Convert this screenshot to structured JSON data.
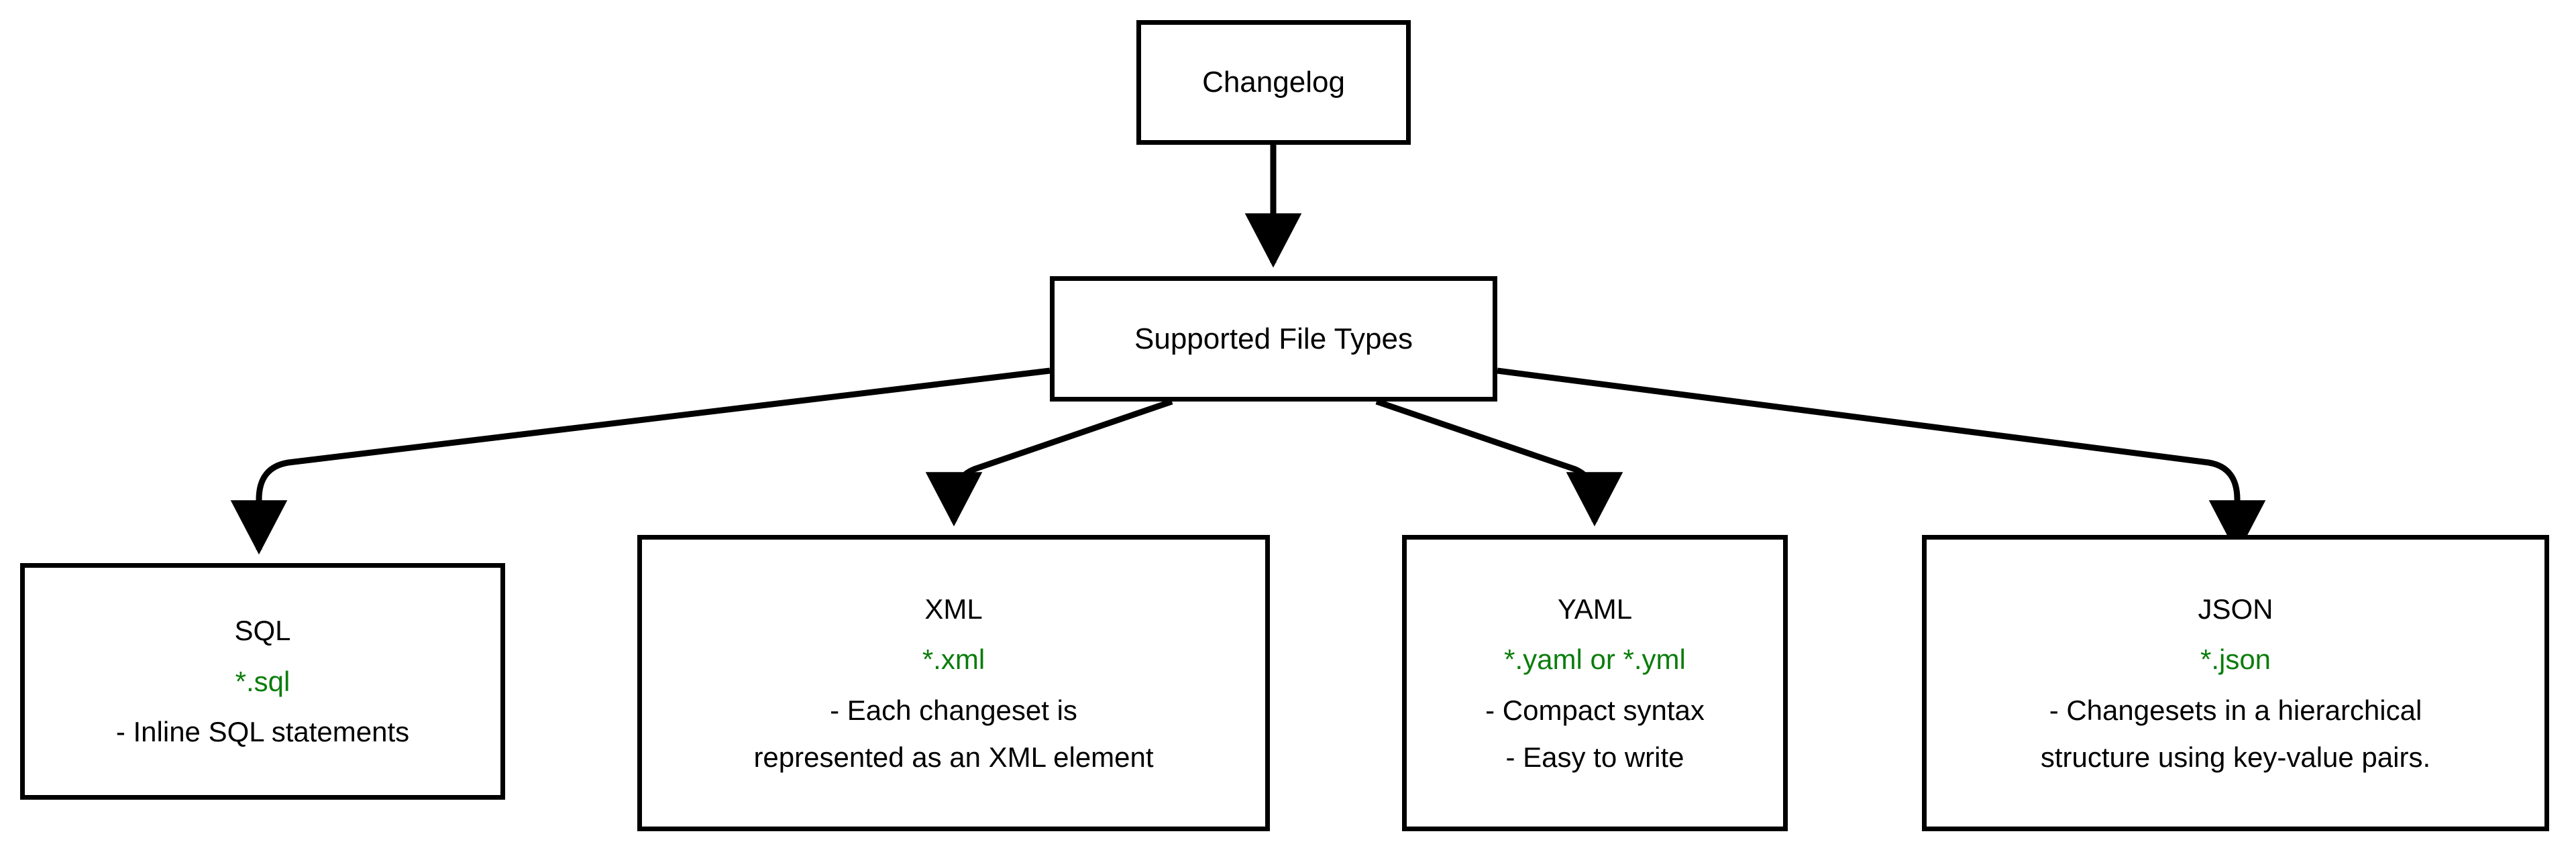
{
  "diagram": {
    "title": "Changelog Supported File Types",
    "type": "flowchart",
    "direction": "top-down",
    "background_color": "#ffffff",
    "node_border_color": "#000000",
    "text_color": "#000000",
    "accent_color": "#0b7d0b",
    "nodes": {
      "changelog": {
        "label": "Changelog"
      },
      "supported": {
        "label": "Supported File Types"
      },
      "sql": {
        "title": "SQL",
        "extension": "*.sql",
        "desc_line_1": "- Inline SQL statements",
        "desc_line_2": ""
      },
      "xml": {
        "title": "XML",
        "extension": "*.xml",
        "desc_line_1": "- Each changeset is",
        "desc_line_2": "represented as an XML element"
      },
      "yaml": {
        "title": "YAML",
        "extension": "*.yaml or *.yml",
        "desc_line_1": "- Compact syntax",
        "desc_line_2": "- Easy to write"
      },
      "json": {
        "title": "JSON",
        "extension": "*.json",
        "desc_line_1": "- Changesets in a hierarchical",
        "desc_line_2": "structure using key-value pairs."
      }
    },
    "edges": [
      {
        "from": "changelog",
        "to": "supported"
      },
      {
        "from": "supported",
        "to": "sql"
      },
      {
        "from": "supported",
        "to": "xml"
      },
      {
        "from": "supported",
        "to": "yaml"
      },
      {
        "from": "supported",
        "to": "json"
      }
    ]
  }
}
